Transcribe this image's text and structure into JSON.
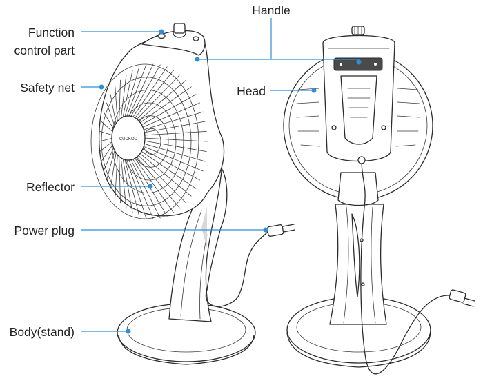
{
  "labels": {
    "function_control_line1": "Function",
    "function_control_line2": "control part",
    "safety_net": "Safety net",
    "reflector": "Reflector",
    "power_plug": "Power plug",
    "body_stand": "Body(stand)",
    "handle": "Handle",
    "head": "Head"
  },
  "brand_logo": "CUCKOO",
  "colors": {
    "leader_line": "#2e8fd6",
    "ink": "#2b2b2b",
    "background": "#ffffff"
  }
}
